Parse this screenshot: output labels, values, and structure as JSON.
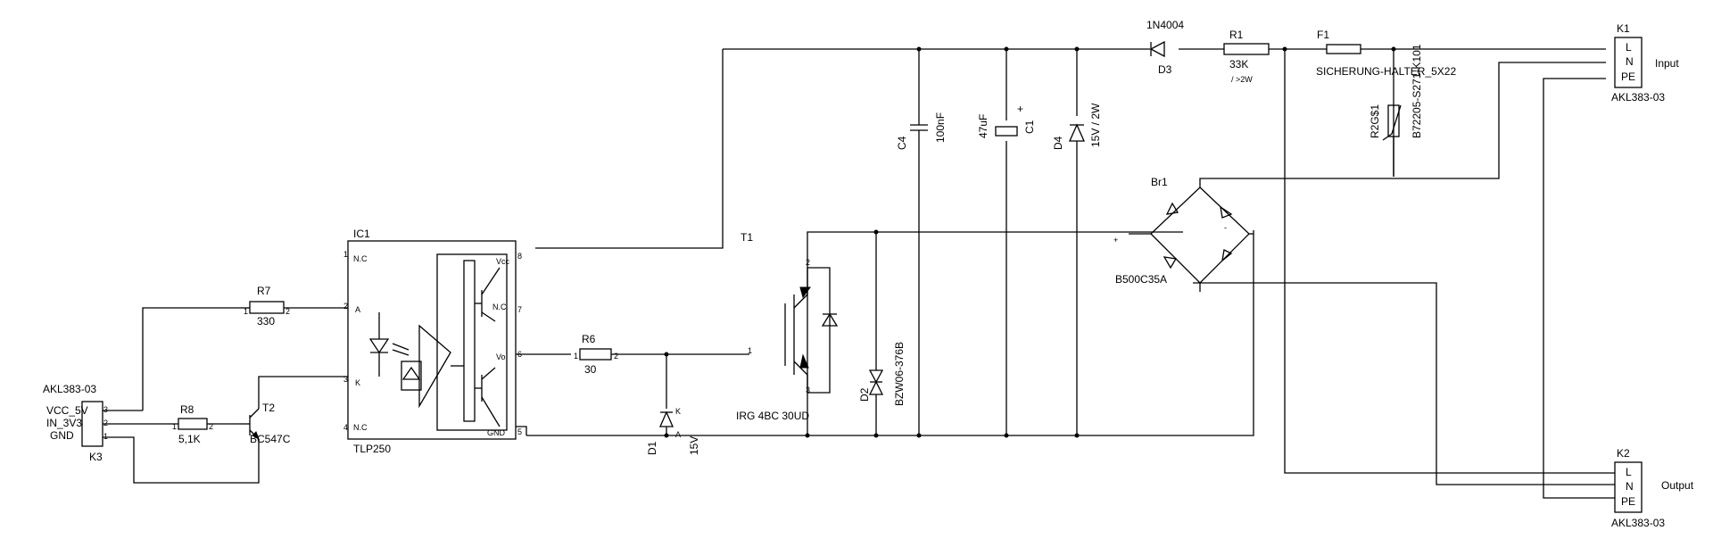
{
  "components": {
    "R7": {
      "ref": "R7",
      "value": "330"
    },
    "R8": {
      "ref": "R8",
      "value": "5,1K"
    },
    "T2": {
      "ref": "T2",
      "value": "BC547C"
    },
    "K3": {
      "ref": "K3",
      "value": "AKL383-03",
      "pins": [
        "VCC_5V",
        "IN_3V3",
        "GND"
      ]
    },
    "IC1": {
      "ref": "IC1",
      "value": "TLP250",
      "pins": [
        "N.C",
        "A",
        "K",
        "N.C",
        "Vcc",
        "N.C",
        "Vo",
        "GND"
      ]
    },
    "R6": {
      "ref": "R6",
      "value": "30"
    },
    "D1": {
      "ref": "D1",
      "value": "15V",
      "pin_k": "K",
      "pin_a": "A"
    },
    "T1": {
      "ref": "T1",
      "value": "IRG 4BC 30UD"
    },
    "D2": {
      "ref": "D2",
      "value": "BZW06-376B"
    },
    "C4": {
      "ref": "C4",
      "value": "100nF"
    },
    "C1": {
      "ref": "C1",
      "value": "47uF"
    },
    "D4": {
      "ref": "D4",
      "value": "15V / 2W"
    },
    "D3": {
      "ref": "D3",
      "value": "1N4004"
    },
    "R1": {
      "ref": "R1",
      "value": "33K",
      "note": "/ >2W"
    },
    "F1": {
      "ref": "F1",
      "value": "SICHERUNG-HALTER_5X22"
    },
    "R2": {
      "ref": "R2G$1",
      "value": "B72205-S271-K101"
    },
    "Br1": {
      "ref": "Br1",
      "value": "B500C35A"
    },
    "K1": {
      "ref": "K1",
      "value": "AKL383-03",
      "label": "Input",
      "pins": [
        "L",
        "N",
        "PE"
      ]
    },
    "K2": {
      "ref": "K2",
      "value": "AKL383-03",
      "label": "Output",
      "pins": [
        "L",
        "N",
        "PE"
      ]
    }
  }
}
